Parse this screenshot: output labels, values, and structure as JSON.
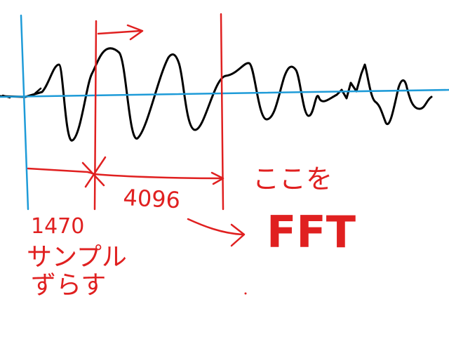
{
  "colors": {
    "background": "#ffffff",
    "axis": "#1e9bd8",
    "waveform": "#000000",
    "annotation": "#e02020"
  },
  "labels": {
    "window_size": "4096",
    "target_line1": "ここを",
    "target_line2": "FFT",
    "shift_line1": "1470",
    "shift_line2": "サンプル",
    "shift_line3": "ずらす"
  },
  "arrows": {
    "shift_direction": "right-arrow",
    "to_fft": "right-arrow"
  }
}
